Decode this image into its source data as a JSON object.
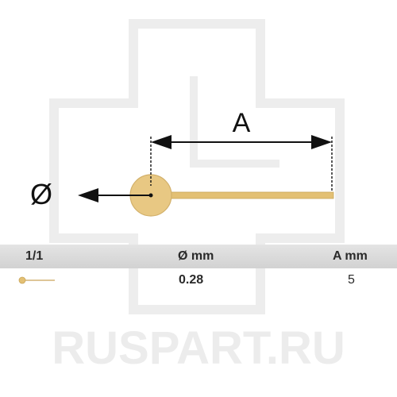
{
  "watermark": {
    "text": "RUSPART.RU"
  },
  "diagram": {
    "diameter_symbol": "Ø",
    "dimension_label": "A",
    "colors": {
      "part_gold": "#e5c37a",
      "part_gold_dark": "#c9a559",
      "line": "#111111",
      "watermark": "#ececec"
    }
  },
  "spec_table": {
    "headers": [
      "1/1",
      "Ø mm",
      "A mm"
    ],
    "row": {
      "icon": "pin-thumbnail-icon",
      "diameter_mm": "0.28",
      "a_mm": "5"
    }
  }
}
